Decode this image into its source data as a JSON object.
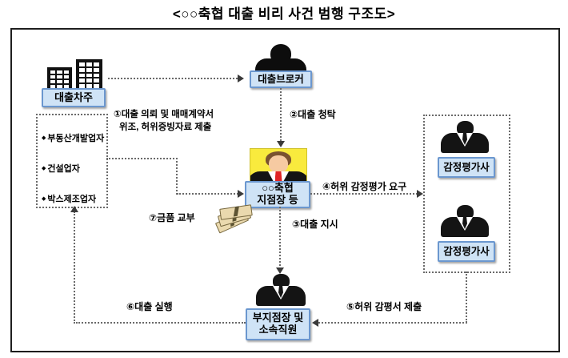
{
  "title": "<○○축협 대출 비리 사건 범행 구조도>",
  "nodes": {
    "borrower": {
      "label": "대출차주"
    },
    "borrower_types": {
      "bullet": "◆",
      "items": [
        "부동산개발업자",
        "건설업자",
        "박스제조업자"
      ]
    },
    "broker": {
      "label": "대출브로커"
    },
    "branch_manager": {
      "line1": "○○축협",
      "line2": "지점장 등"
    },
    "appraiser1": {
      "label": "감정평가사"
    },
    "appraiser2": {
      "label": "감정평가사"
    },
    "deputy": {
      "line1": "부지점장 및",
      "line2": "소속직원"
    }
  },
  "steps": {
    "step1_line1": "①대출 의뢰 및 매매계약서",
    "step1_line2": "위조, 허위증빙자료 제출",
    "step2": "②대출 청탁",
    "step3": "③대출 지시",
    "step4": "④허위 감정평가 요구",
    "step5": "⑤허위 감평서 제출",
    "step6": "⑥대출 실행",
    "step7": "⑦금품 교부"
  },
  "icons": {
    "borrower": "buildings-icon",
    "broker": "person-silhouette-icon",
    "branch_manager": "suit-person-red-tie-icon",
    "appraiser": "suit-person-icon",
    "deputy": "suit-person-icon",
    "bribe": "money-bills-icon"
  },
  "colors": {
    "label_box_fill": "#cfe3f6",
    "label_box_border": "#6b97cf",
    "highlight_yellow": "#f9ea3d",
    "tie_red": "#e02424",
    "dotted_line": "#6a6a6a",
    "silhouette": "#141414"
  }
}
